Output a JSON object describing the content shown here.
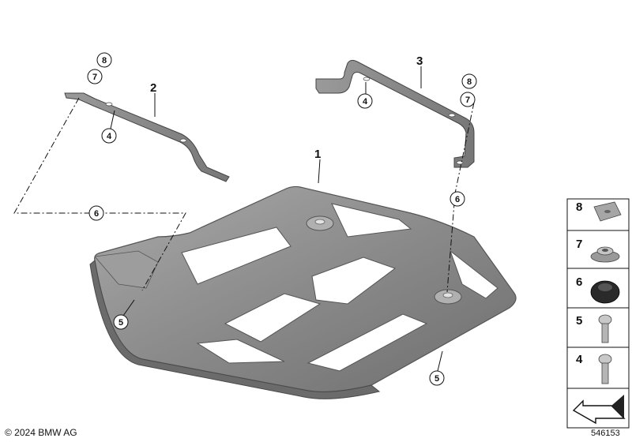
{
  "callouts": {
    "part_1": "1",
    "part_2": "2",
    "part_3": "3",
    "c4_left": "4",
    "c4_right": "4",
    "c5_left": "5",
    "c5_right": "5",
    "c6_left": "6",
    "c6_right": "6",
    "c7_left": "7",
    "c7_right": "7",
    "c8_left": "8",
    "c8_right": "8"
  },
  "parts_legend": [
    {
      "number": "8",
      "icon": "clip-nut-icon"
    },
    {
      "number": "7",
      "icon": "sleeve-icon"
    },
    {
      "number": "6",
      "icon": "rubber-grommet-icon"
    },
    {
      "number": "5",
      "icon": "screw-icon"
    },
    {
      "number": "4",
      "icon": "screw-icon"
    }
  ],
  "footer": {
    "copyright": "© 2024 BMW AG",
    "diagram_id": "546153"
  },
  "colors": {
    "plate": "#8d8d8d",
    "plate_dark": "#5e5e5e",
    "plate_light": "#c9c9c9",
    "line": "#111111"
  }
}
